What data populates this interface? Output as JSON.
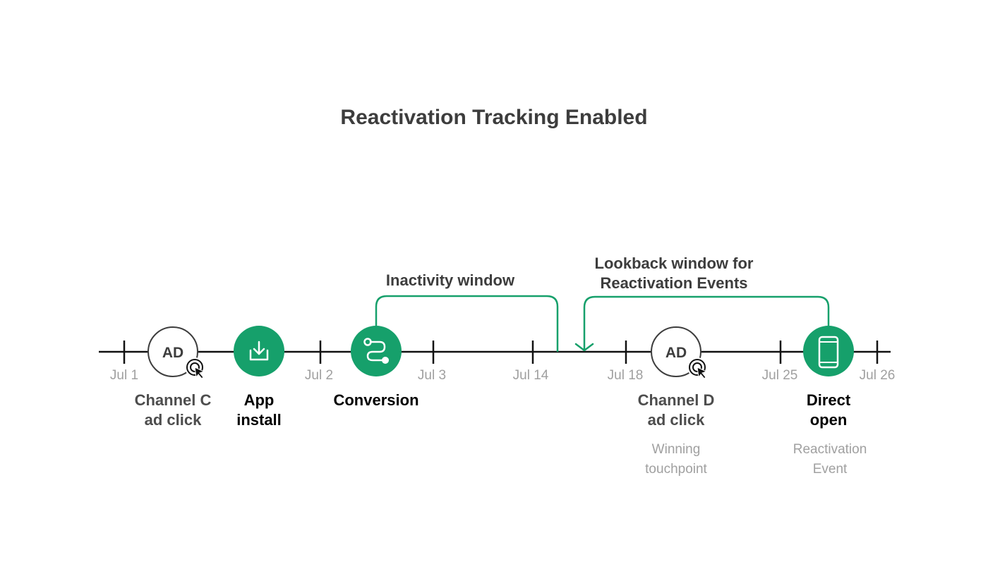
{
  "title": "Reactivation Tracking Enabled",
  "colors": {
    "accent": "#16a06b",
    "line": "#111111",
    "label_muted": "#a0a0a0",
    "text_dark": "#3d3d3d"
  },
  "timeline": {
    "ticks": [
      "Jul 1",
      "Jul 2",
      "Jul 3",
      "Jul 14",
      "Jul 18",
      "Jul 25",
      "Jul 26"
    ]
  },
  "events": [
    {
      "icon": "ad-icon",
      "badge": "AD",
      "label_line1": "Channel C",
      "label_line2": "ad click"
    },
    {
      "icon": "download-icon",
      "label_line1": "App",
      "label_line2": "install"
    },
    {
      "icon": "route-icon",
      "label_line1": "Conversion"
    },
    {
      "icon": "ad-icon",
      "badge": "AD",
      "label_line1": "Channel D",
      "label_line2": "ad click",
      "note_line1": "Winning",
      "note_line2": "touchpoint"
    },
    {
      "icon": "phone-icon",
      "label_line1": "Direct",
      "label_line2": "open",
      "note_line1": "Reactivation",
      "note_line2": "Event"
    }
  ],
  "windows": {
    "inactivity": {
      "label": "Inactivity window"
    },
    "lookback": {
      "label_line1": "Lookback window for",
      "label_line2": "Reactivation Events"
    }
  }
}
